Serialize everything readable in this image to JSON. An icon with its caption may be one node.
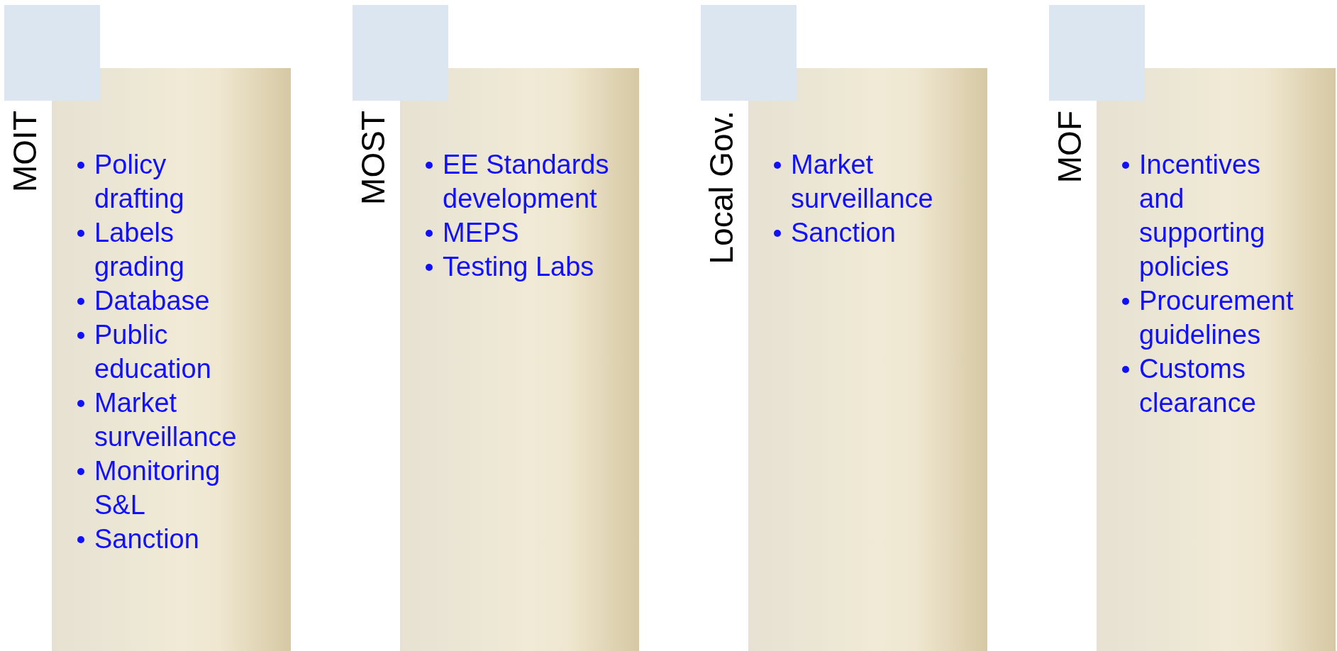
{
  "diagram": {
    "nodes": [
      {
        "text": [],
        "shape": "box"
      },
      {
        "text": [
          "MOIT",
          "Policy drafting",
          "Labels grading",
          "Database",
          "Public education",
          "Market surveillance",
          "Monitoring S&L",
          "Sanction"
        ]
      },
      {
        "text": [],
        "shape": "box"
      },
      {
        "text": [
          "MOST",
          "EE Standards development",
          "MEPS",
          "Testing Labs"
        ]
      },
      {
        "text": [],
        "shape": "box"
      },
      {
        "text": [
          "Local Gov.",
          "Market surveillance",
          "Sanction"
        ]
      },
      {
        "text": [],
        "shape": "box"
      },
      {
        "text": [
          "MOF",
          "Incentives and supporting policies",
          "Procurement guidelines",
          "Customs clearance"
        ]
      }
    ],
    "edges": []
  }
}
